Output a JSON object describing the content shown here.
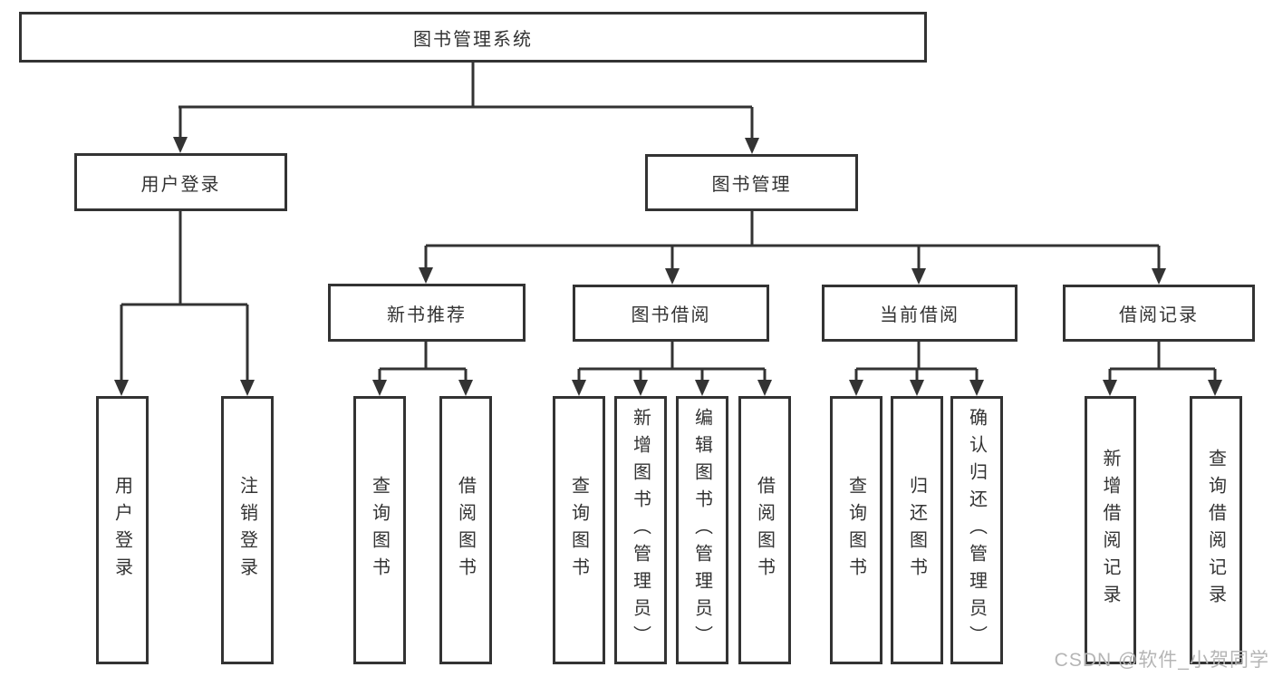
{
  "diagram": {
    "title_node": "图书管理系统",
    "level2": {
      "user_login": "用户登录",
      "book_management": "图书管理"
    },
    "level3": {
      "new_book_recommend": "新书推荐",
      "book_borrowing": "图书借阅",
      "current_borrowing": "当前借阅",
      "borrow_records": "借阅记录"
    },
    "leaves": {
      "user_login": "用户登录",
      "logout": "注销登录",
      "nbr_query_books": "查询图书",
      "nbr_borrow_books": "借阅图书",
      "bb_query_books": "查询图书",
      "bb_add_books_admin": "新增图书（管理员）",
      "bb_edit_books_admin": "编辑图书（管理员）",
      "bb_borrow_books": "借阅图书",
      "cb_query_books": "查询图书",
      "cb_return_books": "归还图书",
      "cb_confirm_return_admin": "确认归还（管理员）",
      "br_add_record": "新增借阅记录",
      "br_query_record": "查询借阅记录"
    },
    "colors": {
      "line": "#333333",
      "box_background": "#ffffff",
      "watermark": "#b5b5b5"
    }
  },
  "watermark_text": "CSDN @软件_小贺同学"
}
